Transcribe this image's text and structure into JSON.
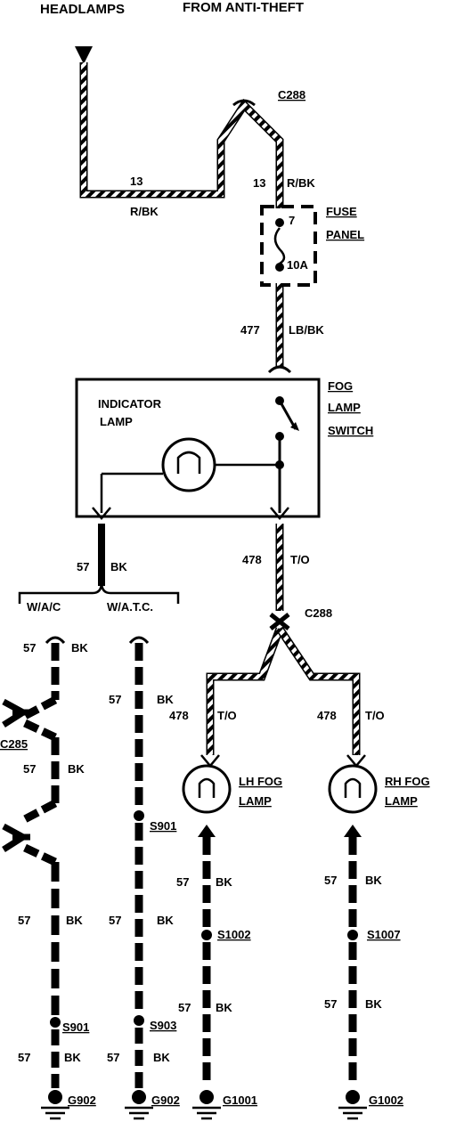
{
  "title_left": "HEADLAMPS",
  "title_right": "FROM ANTI-THEFT",
  "connectors": {
    "c288_top": "C288",
    "c288_mid": "C288",
    "c285": "C285"
  },
  "fuse": {
    "label_line1": "FUSE",
    "label_line2": "PANEL",
    "number": "7",
    "rating": "10A"
  },
  "switch": {
    "label_line1": "FOG",
    "label_line2": "LAMP",
    "label_line3": "SWITCH",
    "indicator_line1": "INDICATOR",
    "indicator_line2": "LAMP"
  },
  "wires": {
    "w13_left_num": "13",
    "w13_left_color": "R/BK",
    "w13_right_num": "13",
    "w13_right_color": "R/BK",
    "w477_num": "477",
    "w477_color": "LB/BK",
    "w478_num": "478",
    "w478_color": "T/O",
    "w57_sw_num": "57",
    "w57_sw_color": "BK",
    "w478_lh_num": "478",
    "w478_lh_color": "T/O",
    "w478_rh_num": "478",
    "w478_rh_color": "T/O",
    "wac_57a_num": "57",
    "wac_57a_color": "BK",
    "wac_57b_num": "57",
    "wac_57b_color": "BK",
    "wac_57c_num": "57",
    "wac_57c_color": "BK",
    "wac_57d_num": "57",
    "wac_57d_color": "BK",
    "watc_57a_num": "57",
    "watc_57a_color": "BK",
    "watc_57b_num": "57",
    "watc_57b_color": "BK",
    "watc_57c_num": "57",
    "watc_57c_color": "BK",
    "lh_57a_num": "57",
    "lh_57a_color": "BK",
    "lh_57b_num": "57",
    "lh_57b_color": "BK",
    "rh_57a_num": "57",
    "rh_57a_color": "BK",
    "rh_57b_num": "57",
    "rh_57b_color": "BK"
  },
  "options": {
    "wac": "W/A/C",
    "watc": "W/A.T.C."
  },
  "lamps": {
    "lh_line1": "LH FOG",
    "lh_line2": "LAMP",
    "rh_line1": "RH FOG",
    "rh_line2": "LAMP"
  },
  "splices": {
    "s901_a": "S901",
    "s901_b": "S901",
    "s903": "S903",
    "s1002": "S1002",
    "s1007": "S1007"
  },
  "grounds": {
    "g902_a": "G902",
    "g902_b": "G902",
    "g1001": "G1001",
    "g1002": "G1002"
  }
}
